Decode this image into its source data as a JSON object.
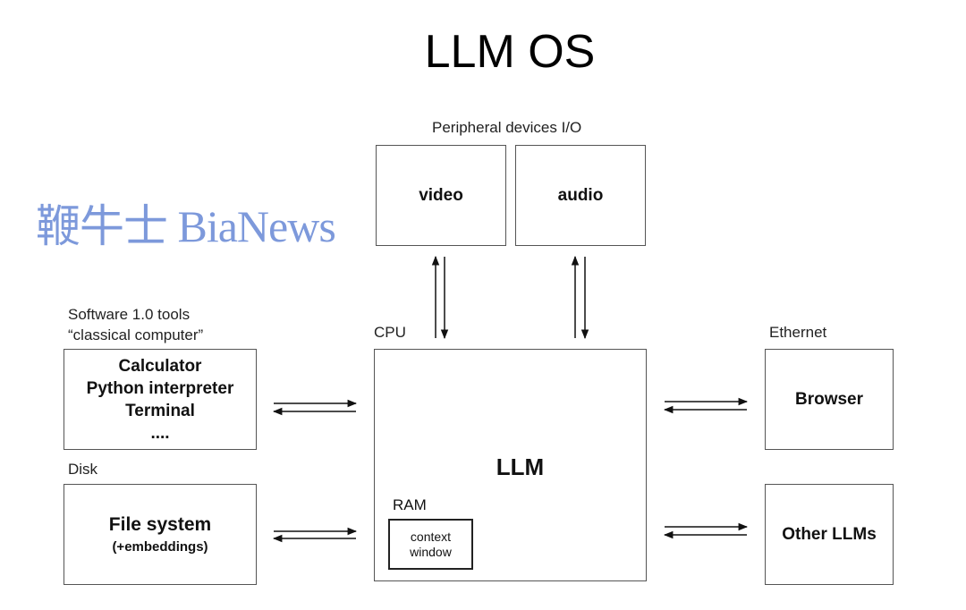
{
  "title": "LLM OS",
  "peripheral": {
    "label": "Peripheral devices I/O",
    "video": "video",
    "audio": "audio"
  },
  "cpu": {
    "label": "CPU",
    "llm": "LLM",
    "ram_label": "RAM",
    "context_line1": "context",
    "context_line2": "window"
  },
  "software": {
    "label_line1": "Software 1.0 tools",
    "label_line2": "“classical computer”",
    "items": [
      "Calculator",
      "Python interpreter",
      "Terminal",
      "...."
    ]
  },
  "disk": {
    "label": "Disk",
    "main": "File system",
    "sub": "(+embeddings)"
  },
  "ethernet": {
    "label": "Ethernet",
    "browser": "Browser"
  },
  "other_llms": "Other LLMs",
  "watermark": "鞭牛士 BiaNews"
}
